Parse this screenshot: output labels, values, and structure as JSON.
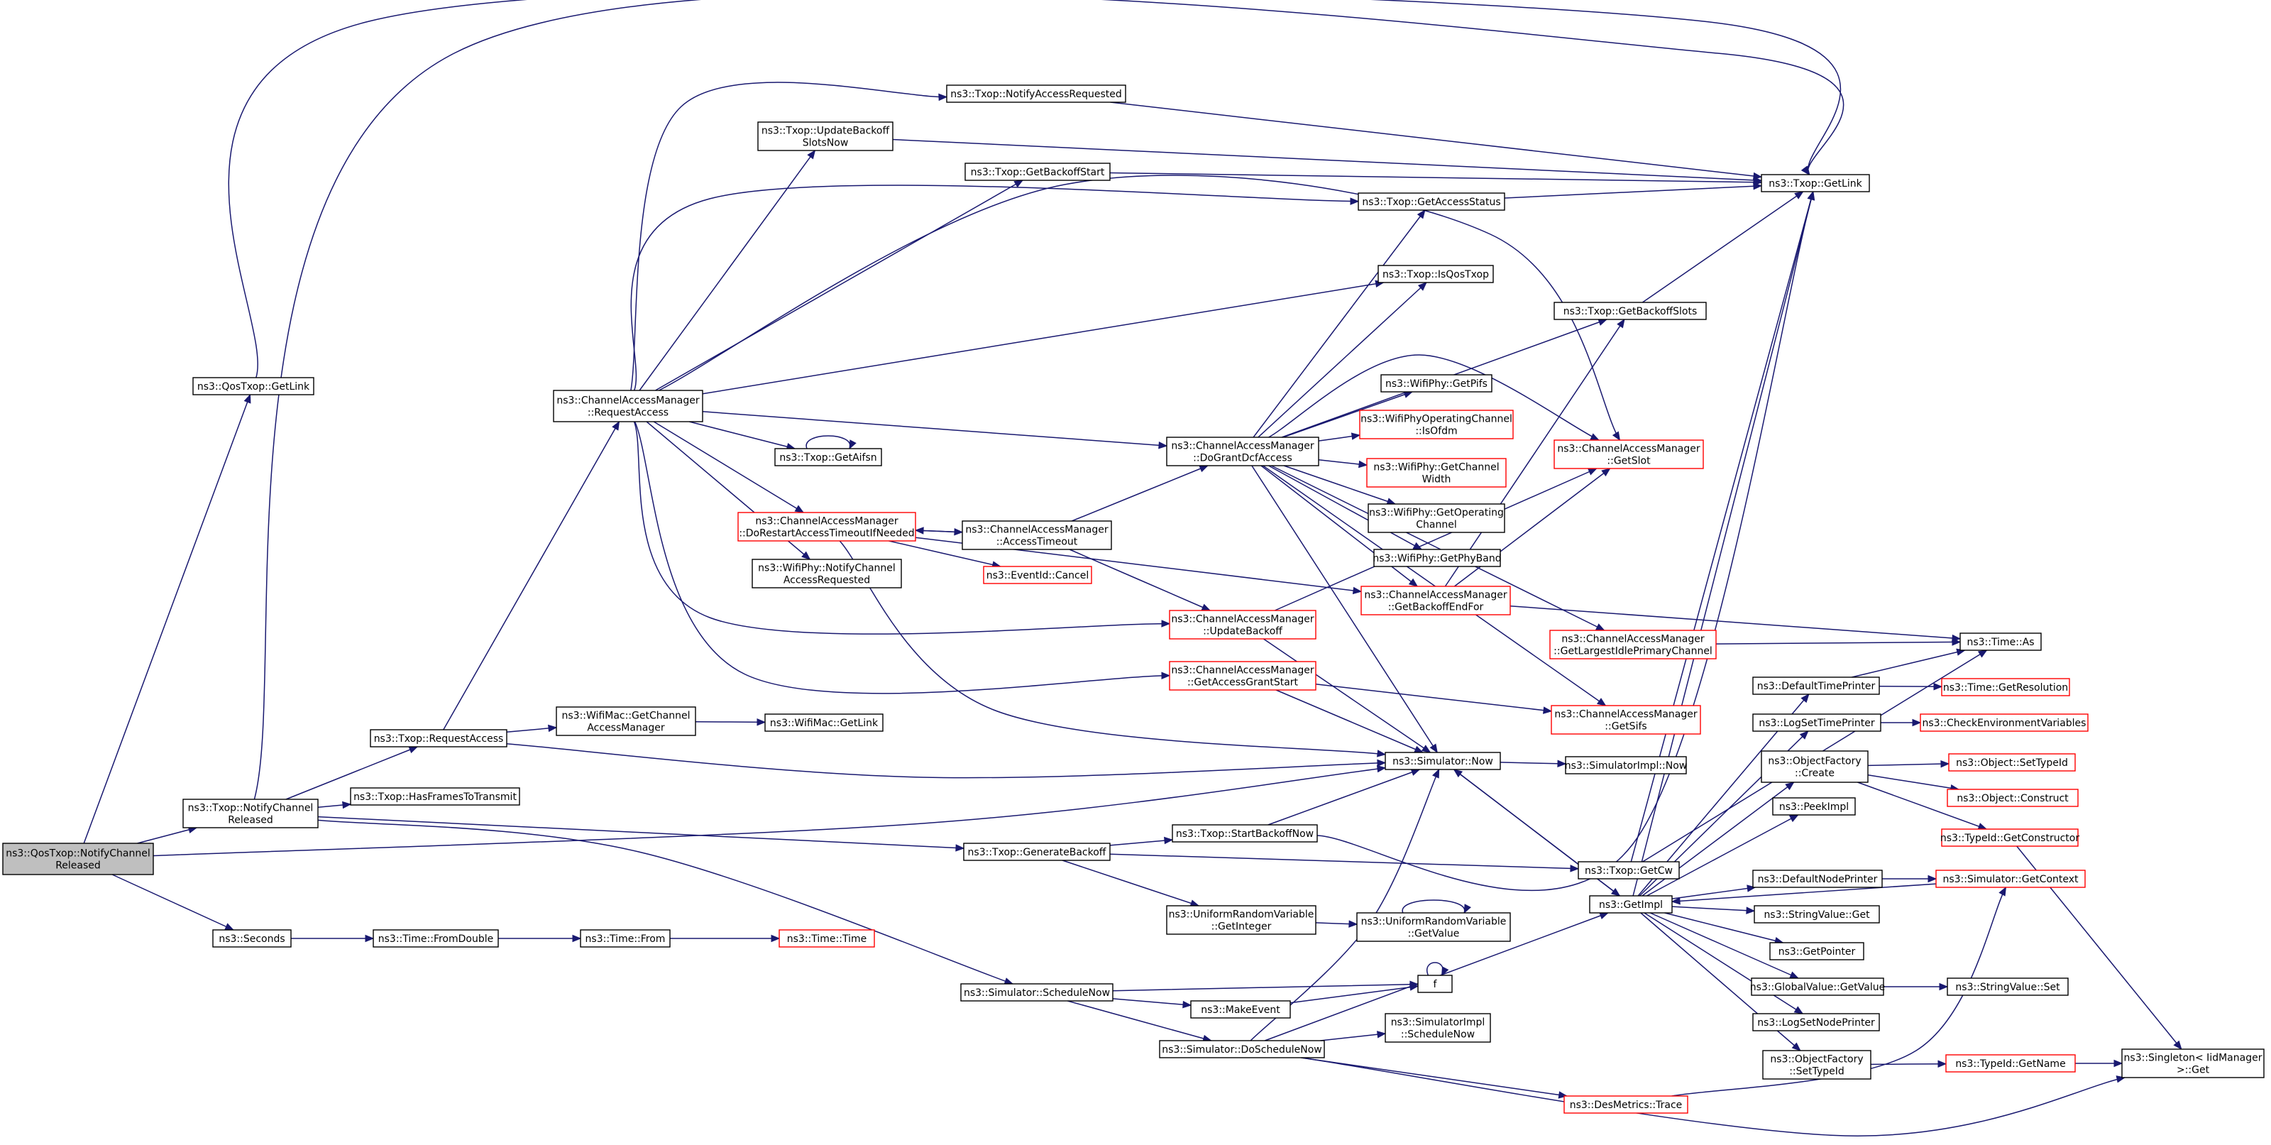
{
  "graph_title": "",
  "colors": {
    "edge": "#191970",
    "normal_border": "#000000",
    "truncated_border": "#ff0000",
    "root_fill": "#bfbfbf"
  },
  "nodes": [
    {
      "id": "root",
      "lines": [
        "ns3::QosTxop::NotifyChannel",
        "Released"
      ],
      "style": "root"
    },
    {
      "id": "qgl",
      "lines": [
        "ns3::QosTxop::GetLink"
      ],
      "style": "normal"
    },
    {
      "id": "tncr",
      "lines": [
        "ns3::Txop::NotifyChannel",
        "Released"
      ],
      "style": "normal"
    },
    {
      "id": "sec",
      "lines": [
        "ns3::Seconds"
      ],
      "style": "normal"
    },
    {
      "id": "trq",
      "lines": [
        "ns3::Txop::RequestAccess"
      ],
      "style": "normal"
    },
    {
      "id": "hft",
      "lines": [
        "ns3::Txop::HasFramesToTransmit"
      ],
      "style": "normal"
    },
    {
      "id": "cra",
      "lines": [
        "ns3::ChannelAccessManager",
        "::RequestAccess"
      ],
      "style": "normal"
    },
    {
      "id": "wmg",
      "lines": [
        "ns3::WifiMac::GetChannel",
        "AccessManager"
      ],
      "style": "normal"
    },
    {
      "id": "wml",
      "lines": [
        "ns3::WifiMac::GetLink"
      ],
      "style": "normal"
    },
    {
      "id": "nar",
      "lines": [
        "ns3::Txop::NotifyAccessRequested"
      ],
      "style": "normal"
    },
    {
      "id": "ubn",
      "lines": [
        "ns3::Txop::UpdateBackoff",
        "SlotsNow"
      ],
      "style": "normal"
    },
    {
      "id": "gbs",
      "lines": [
        "ns3::Txop::GetBackoffStart"
      ],
      "style": "normal"
    },
    {
      "id": "gas",
      "lines": [
        "ns3::Txop::GetAccessStatus"
      ],
      "style": "normal"
    },
    {
      "id": "tgl",
      "lines": [
        "ns3::Txop::GetLink"
      ],
      "style": "normal"
    },
    {
      "id": "iqt",
      "lines": [
        "ns3::Txop::IsQosTxop"
      ],
      "style": "normal"
    },
    {
      "id": "gbsl",
      "lines": [
        "ns3::Txop::GetBackoffSlots"
      ],
      "style": "normal"
    },
    {
      "id": "pifs",
      "lines": [
        "ns3::WifiPhy::GetPifs"
      ],
      "style": "normal"
    },
    {
      "id": "isofdm",
      "lines": [
        "ns3::WifiPhyOperatingChannel",
        "::IsOfdm"
      ],
      "style": "truncated"
    },
    {
      "id": "gchw",
      "lines": [
        "ns3::WifiPhy::GetChannel",
        "Width"
      ],
      "style": "truncated"
    },
    {
      "id": "goc",
      "lines": [
        "ns3::WifiPhy::GetOperating",
        "Channel"
      ],
      "style": "normal"
    },
    {
      "id": "gpb",
      "lines": [
        "ns3::WifiPhy::GetPhyBand"
      ],
      "style": "normal"
    },
    {
      "id": "gslot",
      "lines": [
        "ns3::ChannelAccessManager",
        "::GetSlot"
      ],
      "style": "truncated"
    },
    {
      "id": "dgdca",
      "lines": [
        "ns3::ChannelAccessManager",
        "::DoGrantDcfAccess"
      ],
      "style": "normal"
    },
    {
      "id": "aifsn",
      "lines": [
        "ns3::Txop::GetAifsn"
      ],
      "style": "normal"
    },
    {
      "id": "drat",
      "lines": [
        "ns3::ChannelAccessManager",
        "::DoRestartAccessTimeoutIfNeeded"
      ],
      "style": "truncated"
    },
    {
      "id": "at",
      "lines": [
        "ns3::ChannelAccessManager",
        "::AccessTimeout"
      ],
      "style": "normal"
    },
    {
      "id": "evc",
      "lines": [
        "ns3::EventId::Cancel"
      ],
      "style": "truncated"
    },
    {
      "id": "ncar",
      "lines": [
        "ns3::WifiPhy::NotifyChannel",
        "AccessRequested"
      ],
      "style": "normal"
    },
    {
      "id": "gbef",
      "lines": [
        "ns3::ChannelAccessManager",
        "::GetBackoffEndFor"
      ],
      "style": "truncated"
    },
    {
      "id": "upb",
      "lines": [
        "ns3::ChannelAccessManager",
        "::UpdateBackoff"
      ],
      "style": "truncated"
    },
    {
      "id": "glip",
      "lines": [
        "ns3::ChannelAccessManager",
        "::GetLargestIdlePrimaryChannel"
      ],
      "style": "truncated"
    },
    {
      "id": "tas",
      "lines": [
        "ns3::Time::As"
      ],
      "style": "normal"
    },
    {
      "id": "gags",
      "lines": [
        "ns3::ChannelAccessManager",
        "::GetAccessGrantStart"
      ],
      "style": "truncated"
    },
    {
      "id": "gsifs",
      "lines": [
        "ns3::ChannelAccessManager",
        "::GetSifs"
      ],
      "style": "truncated"
    },
    {
      "id": "dtp",
      "lines": [
        "ns3::DefaultTimePrinter"
      ],
      "style": "normal"
    },
    {
      "id": "tgr",
      "lines": [
        "ns3::Time::GetResolution"
      ],
      "style": "truncated"
    },
    {
      "id": "lstp",
      "lines": [
        "ns3::LogSetTimePrinter"
      ],
      "style": "normal"
    },
    {
      "id": "cev",
      "lines": [
        "ns3::CheckEnvironmentVariables"
      ],
      "style": "truncated"
    },
    {
      "id": "simpln",
      "lines": [
        "ns3::SimulatorImpl::Now"
      ],
      "style": "normal"
    },
    {
      "id": "snow",
      "lines": [
        "ns3::Simulator::Now"
      ],
      "style": "normal"
    },
    {
      "id": "ofc",
      "lines": [
        "ns3::ObjectFactory",
        "::Create"
      ],
      "style": "normal"
    },
    {
      "id": "osti",
      "lines": [
        "ns3::Object::SetTypeId"
      ],
      "style": "truncated"
    },
    {
      "id": "ocon",
      "lines": [
        "ns3::Object::Construct"
      ],
      "style": "truncated"
    },
    {
      "id": "peek",
      "lines": [
        "ns3::PeekImpl"
      ],
      "style": "normal"
    },
    {
      "id": "tgc",
      "lines": [
        "ns3::TypeId::GetConstructor"
      ],
      "style": "truncated"
    },
    {
      "id": "gcw",
      "lines": [
        "ns3::Txop::GetCw"
      ],
      "style": "normal"
    },
    {
      "id": "sbn",
      "lines": [
        "ns3::Txop::StartBackoffNow"
      ],
      "style": "normal"
    },
    {
      "id": "gb",
      "lines": [
        "ns3::Txop::GenerateBackoff"
      ],
      "style": "normal"
    },
    {
      "id": "dnp",
      "lines": [
        "ns3::DefaultNodePrinter"
      ],
      "style": "normal"
    },
    {
      "id": "sgc",
      "lines": [
        "ns3::Simulator::GetContext"
      ],
      "style": "truncated"
    },
    {
      "id": "gimpl",
      "lines": [
        "ns3::GetImpl"
      ],
      "style": "normal"
    },
    {
      "id": "svg",
      "lines": [
        "ns3::StringValue::Get"
      ],
      "style": "normal"
    },
    {
      "id": "urvi",
      "lines": [
        "ns3::UniformRandomVariable",
        "::GetInteger"
      ],
      "style": "normal"
    },
    {
      "id": "urvv",
      "lines": [
        "ns3::UniformRandomVariable",
        "::GetValue"
      ],
      "style": "normal"
    },
    {
      "id": "gptr",
      "lines": [
        "ns3::GetPointer"
      ],
      "style": "normal"
    },
    {
      "id": "ftd",
      "lines": [
        "ns3::Time::FromDouble"
      ],
      "style": "normal"
    },
    {
      "id": "tfrom",
      "lines": [
        "ns3::Time::From"
      ],
      "style": "normal"
    },
    {
      "id": "ttime",
      "lines": [
        "ns3::Time::Time"
      ],
      "style": "truncated"
    },
    {
      "id": "gvgv",
      "lines": [
        "ns3::GlobalValue::GetValue"
      ],
      "style": "normal"
    },
    {
      "id": "svs",
      "lines": [
        "ns3::StringValue::Set"
      ],
      "style": "normal"
    },
    {
      "id": "ssn",
      "lines": [
        "ns3::Simulator::ScheduleNow"
      ],
      "style": "normal"
    },
    {
      "id": "f",
      "lines": [
        "f"
      ],
      "style": "normal"
    },
    {
      "id": "me",
      "lines": [
        "ns3::MakeEvent"
      ],
      "style": "normal"
    },
    {
      "id": "lsnp",
      "lines": [
        "ns3::LogSetNodePrinter"
      ],
      "style": "normal"
    },
    {
      "id": "simsn",
      "lines": [
        "ns3::SimulatorImpl",
        "::ScheduleNow"
      ],
      "style": "normal"
    },
    {
      "id": "dsn",
      "lines": [
        "ns3::Simulator::DoScheduleNow"
      ],
      "style": "normal"
    },
    {
      "id": "ofst",
      "lines": [
        "ns3::ObjectFactory",
        "::SetTypeId"
      ],
      "style": "normal"
    },
    {
      "id": "tgn",
      "lines": [
        "ns3::TypeId::GetName"
      ],
      "style": "truncated"
    },
    {
      "id": "sgt",
      "lines": [
        "ns3::Singleton< IidManager",
        ">::Get"
      ],
      "style": "normal"
    },
    {
      "id": "dmt",
      "lines": [
        "ns3::DesMetrics::Trace"
      ],
      "style": "truncated"
    }
  ]
}
